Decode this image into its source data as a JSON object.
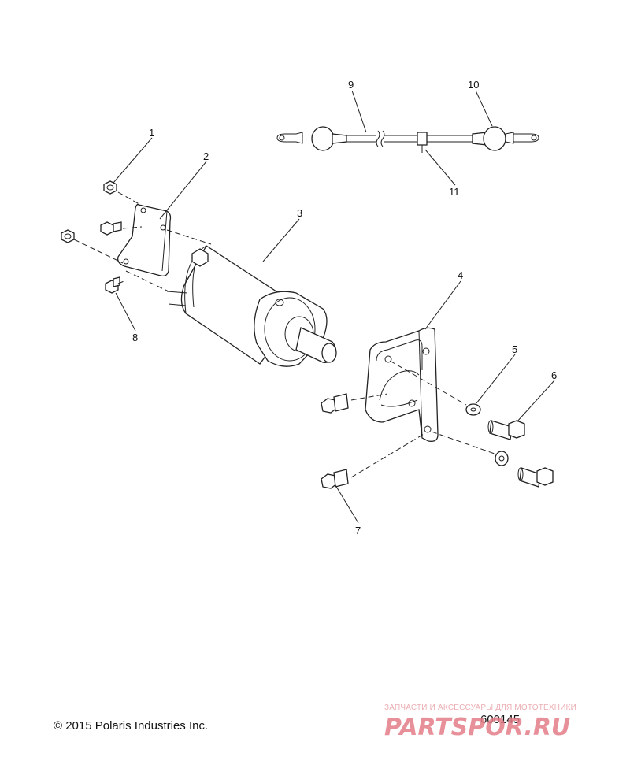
{
  "callouts": [
    "1",
    "2",
    "3",
    "4",
    "5",
    "6",
    "7",
    "8",
    "9",
    "10",
    "11"
  ],
  "copyright": "© 2015 Polaris Industries Inc.",
  "diagram_number": "600145",
  "watermark": {
    "tagline": "ЗАПЧАСТИ И АКСЕССУАРЫ ДЛЯ МОТОТЕХНИКИ",
    "brand": "PARTSPOR.RU"
  }
}
